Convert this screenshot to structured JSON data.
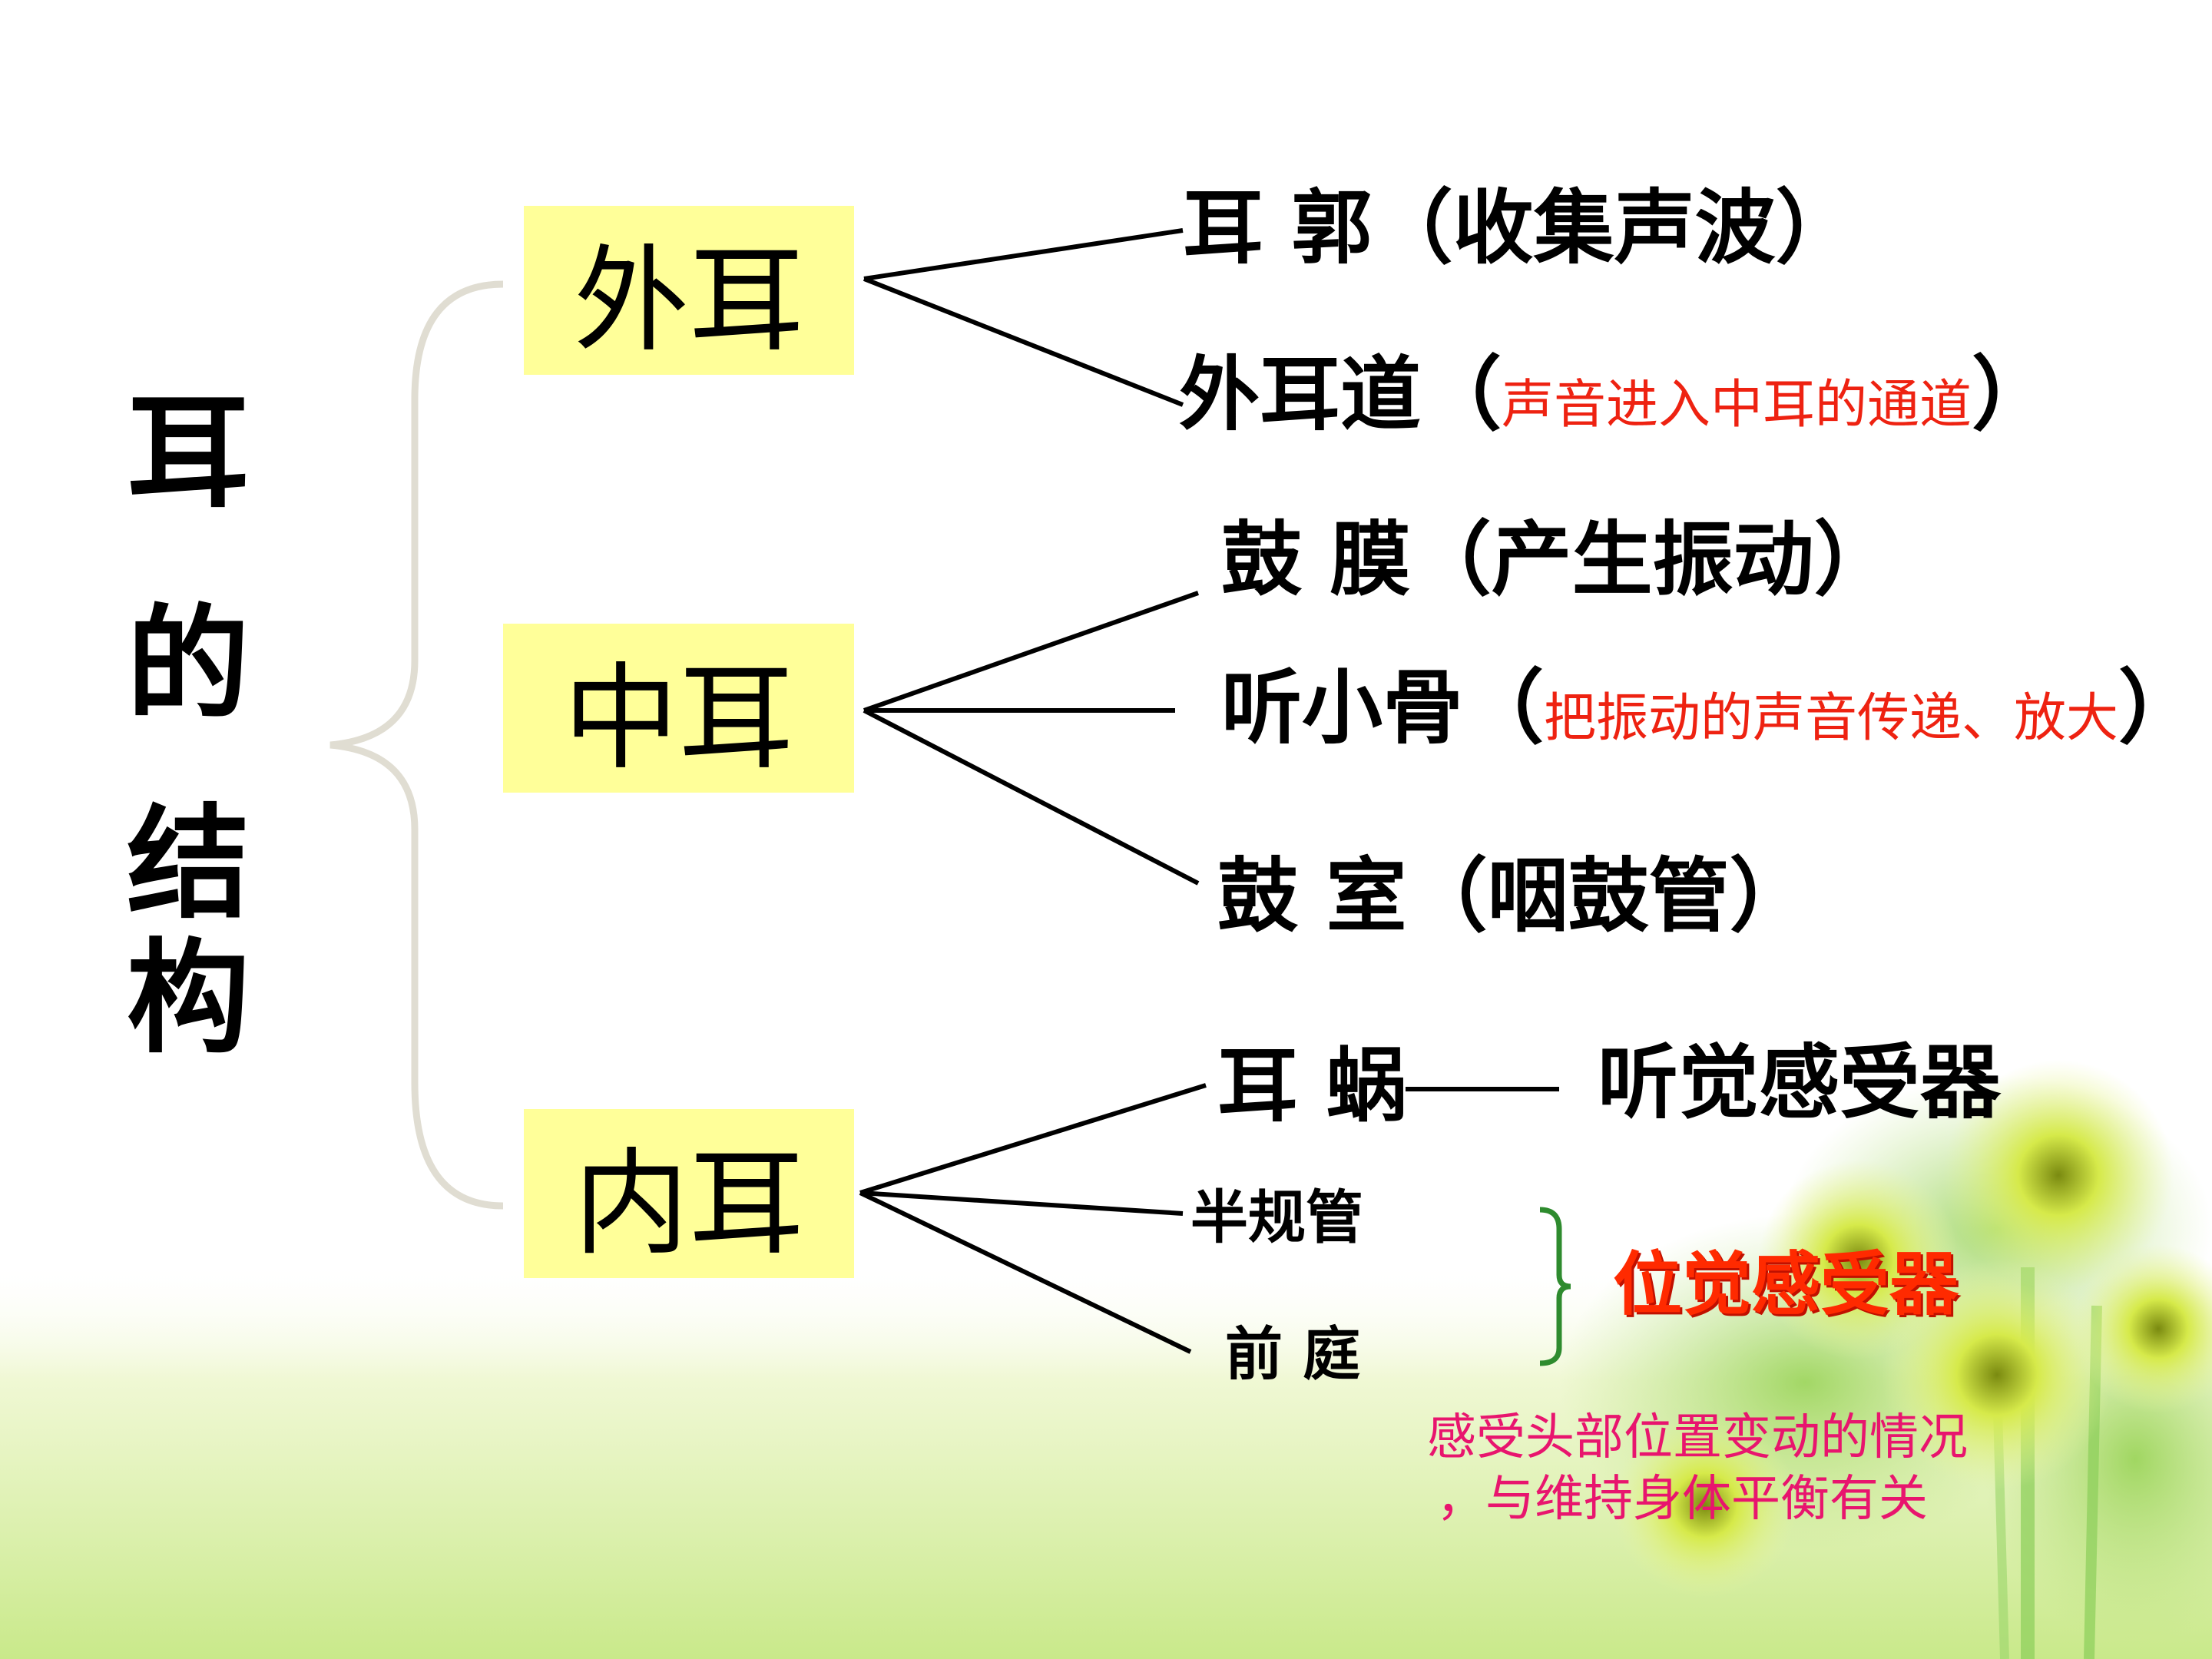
{
  "title": [
    "耳",
    "的",
    "结",
    "构"
  ],
  "sections": {
    "outer": "外耳",
    "middle": "中耳",
    "inner": "内耳"
  },
  "outer_parts": {
    "auricle": {
      "name": "耳 郭",
      "paren_open": "（",
      "note": "收集声波",
      "paren_close": "）"
    },
    "canal": {
      "name": "外耳道",
      "paren_open": "（",
      "note": "声音进入中耳的通道",
      "paren_close": "）"
    }
  },
  "middle_parts": {
    "eardrum": {
      "name": "鼓 膜",
      "paren_open": "（",
      "note": "产生振动",
      "paren_close": "）"
    },
    "ossicles": {
      "name": "听小骨",
      "paren_open": "（",
      "note": "把振动的声音传递、放大",
      "paren_close": "）"
    },
    "tympanic": {
      "name": "鼓 室",
      "paren_open": "（",
      "note": "咽鼓管",
      "paren_close": "）"
    }
  },
  "inner_parts": {
    "cochlea": {
      "name": "耳 蜗",
      "receptor": "听觉感受器"
    },
    "semicircular": "半规管",
    "vestibule": "前  庭",
    "balance_receptor": "位觉感受器",
    "balance_note": [
      "感受头部位置变动的情况",
      "，与维持身体平衡有关"
    ]
  },
  "colors": {
    "box_fill": "#ffff99",
    "note_red": "#ee2211",
    "receptor_red": "#ff2a00",
    "note_pink": "#e8156e",
    "bracket_gray": "#e0ddd2",
    "bracket_green": "#2e8b2e"
  }
}
